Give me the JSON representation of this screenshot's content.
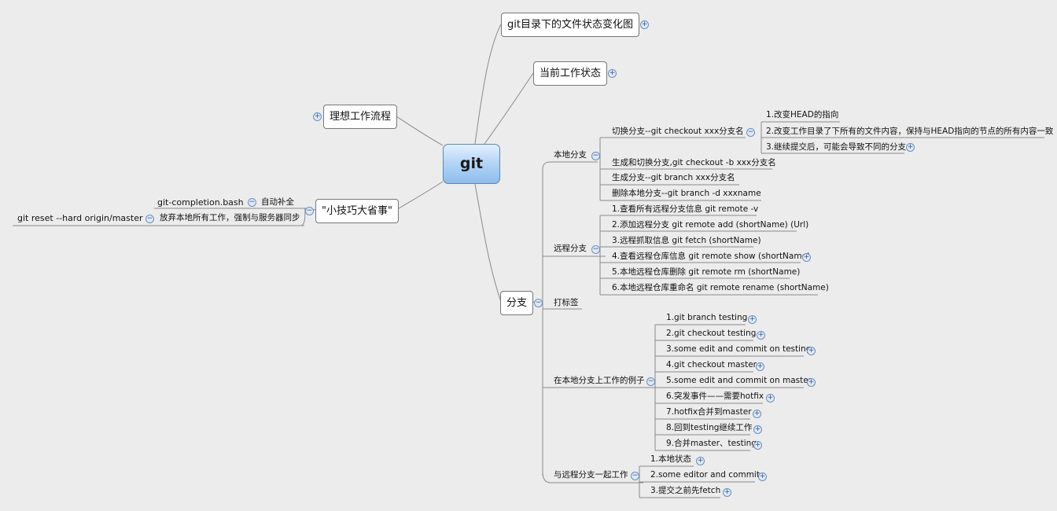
{
  "colors": {
    "background": "#ececec",
    "line": "#8a8a8a",
    "central_fill": "#a9cdf3",
    "toggle": "#dde9f7"
  },
  "central": "git",
  "topics": {
    "status_diagram": "git目录下的文件状态变化图",
    "current_status": "当前工作状态",
    "ideal_workflow": "理想工作流程",
    "tips": "\"小技巧大省事\"",
    "branch": "分支"
  },
  "tips": {
    "auto_complete": "自动补全",
    "completion_file": "git-completion.bash",
    "discard_work": "放弃本地所有工作，强制与服务器同步",
    "reset_cmd": "git reset --hard origin/master"
  },
  "branch": {
    "local": {
      "label": "本地分支",
      "switch": {
        "label": "切换分支--git checkout xxx分支名",
        "notes": [
          "1.改变HEAD的指向",
          "2.改变工作目录了下所有的文件内容，保持与HEAD指向的节点的所有内容一致",
          "3.继续提交后，可能会导致不同的分支"
        ]
      },
      "items": [
        "生成和切换分支,git checkout -b xxx分支名",
        "生成分支--git branch xxx分支名",
        "删除本地分支--git branch -d xxxname"
      ]
    },
    "remote": {
      "label": "远程分支",
      "items": [
        "1.查看所有远程分支信息   git remote -v",
        "2.添加远程分支 git remote add (shortName) (Url)",
        "3.远程抓取信息 git fetch (shortName)",
        "4.查看远程仓库信息 git remote show (shortName)",
        "5.本地远程仓库删除 git remote rm (shortName)",
        "6.本地远程仓库重命名 git remote rename (shortName)"
      ]
    },
    "tag": {
      "label": "打标签"
    },
    "example": {
      "label": "在本地分支上工作的例子",
      "steps": [
        "1.git branch testing",
        "2.git checkout testing",
        "3.some edit and commit on testing",
        "4.git checkout master",
        "5.some edit and commit on master",
        "6.突发事件——需要hotfix",
        "7.hotfix合并到master",
        "8.回到testing继续工作",
        "9.合并master、testing"
      ]
    },
    "with_remote": {
      "label": "与远程分支一起工作",
      "steps": [
        "1.本地状态",
        "2.some editor and commit",
        "3.提交之前先fetch"
      ]
    }
  }
}
